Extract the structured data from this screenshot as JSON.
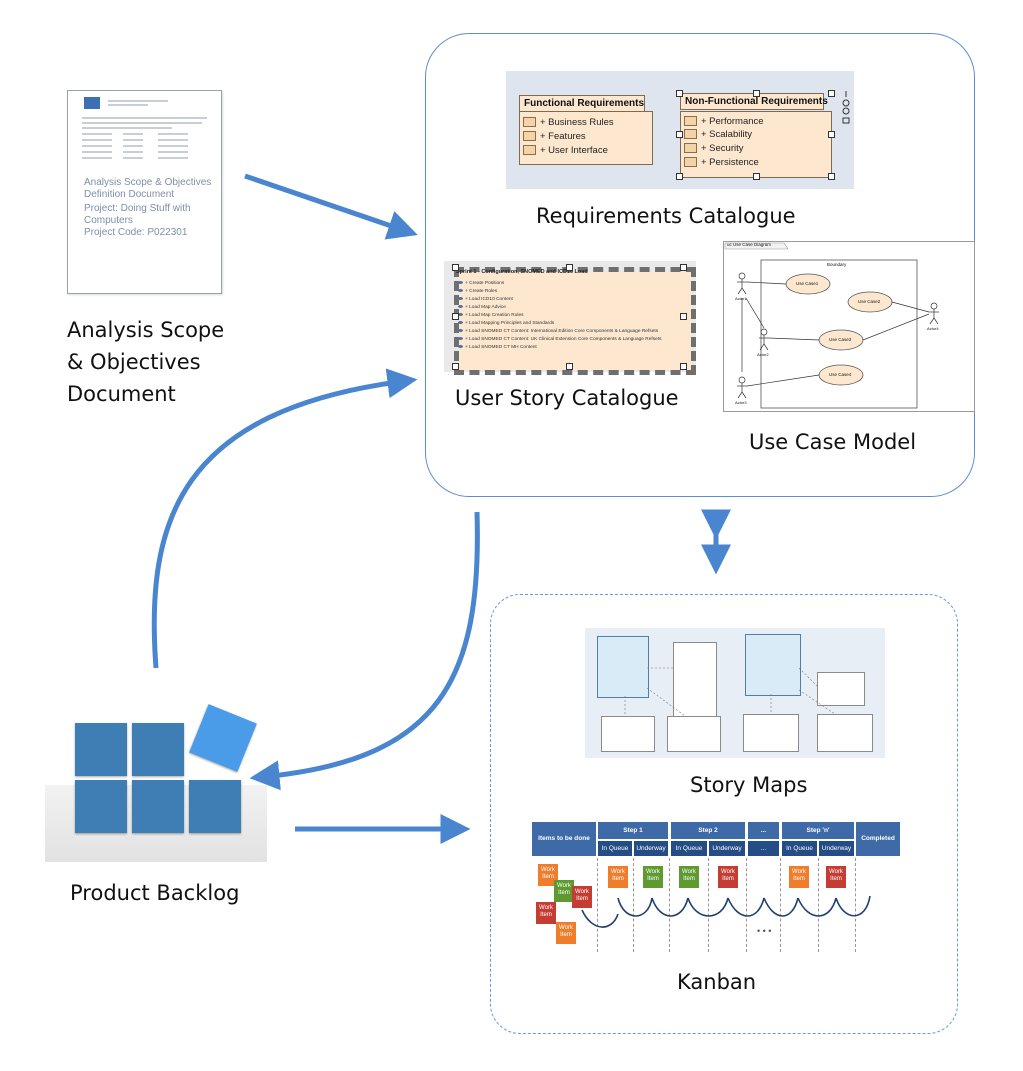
{
  "labels": {
    "analysis_doc": [
      "Analysis Scope",
      "& Objectives",
      "Document"
    ],
    "requirements_catalogue": "Requirements Catalogue",
    "user_story_catalogue": "User Story Catalogue",
    "use_case_model": "Use Case Model",
    "story_maps": "Story Maps",
    "kanban": "Kanban",
    "product_backlog": "Product Backlog"
  },
  "document": {
    "title_lines": [
      "Analysis Scope & Objectives",
      "Definition Document",
      "Project: Doing Stuff with",
      "Computers",
      "Project Code: P022301"
    ]
  },
  "requirements": {
    "functional": {
      "title": "Functional Requirements",
      "items": [
        "+ Business Rules",
        "+ Features",
        "+ User Interface"
      ]
    },
    "non_functional": {
      "title": "Non-Functional Requirements",
      "items": [
        "+ Performance",
        "+ Scalability",
        "+ Security",
        "+ Persistence"
      ]
    }
  },
  "user_stories": {
    "title": "Sprint 1 - Configuration, SNOMED and ICD10 Load",
    "items": [
      "+ Create Positions",
      "+ Create Roles",
      "+ Load ICD10 Content",
      "+ Load Map Advice",
      "+ Load Map Creation Rules",
      "+ Load Mapping Principles and Standards",
      "+ Load SNOMED CT Content: International Edition Core Components & Language Refsets",
      "+ Load SNOMED CT Content: UK Clinical Extension Core Components & Language Refsets",
      "+ Load SNOMED CT MH Content"
    ]
  },
  "use_case": {
    "diagram_tab": "uc Use Case Diagram",
    "boundary": "Boundary",
    "cases": [
      "Use Case1",
      "Use Case2",
      "Use Case3",
      "Use Case4"
    ],
    "actors": [
      "Actor1",
      "Actor2",
      "Actor3",
      "Actor4"
    ]
  },
  "kanban_board": {
    "headers": [
      "Items to be done",
      "Step 1",
      "Step 2",
      "...",
      "Step 'n'",
      "Completed"
    ],
    "sub_headers": [
      "In Queue",
      "Underway",
      "In Queue",
      "Underway",
      "...",
      "In Queue",
      "Underway"
    ],
    "work_item": [
      "Work",
      "Item"
    ],
    "ellipsis": "• • •"
  },
  "colors": {
    "accent_blue": "#4a86cf",
    "group_border": "#5b8fd1",
    "tile_blue": "#3e7eb5",
    "tile_light": "#4a9be8",
    "kanban_header": "#3f6aa8",
    "work_orange": "#f07d2c",
    "work_green": "#5e9a2f",
    "work_red": "#c53c32"
  }
}
